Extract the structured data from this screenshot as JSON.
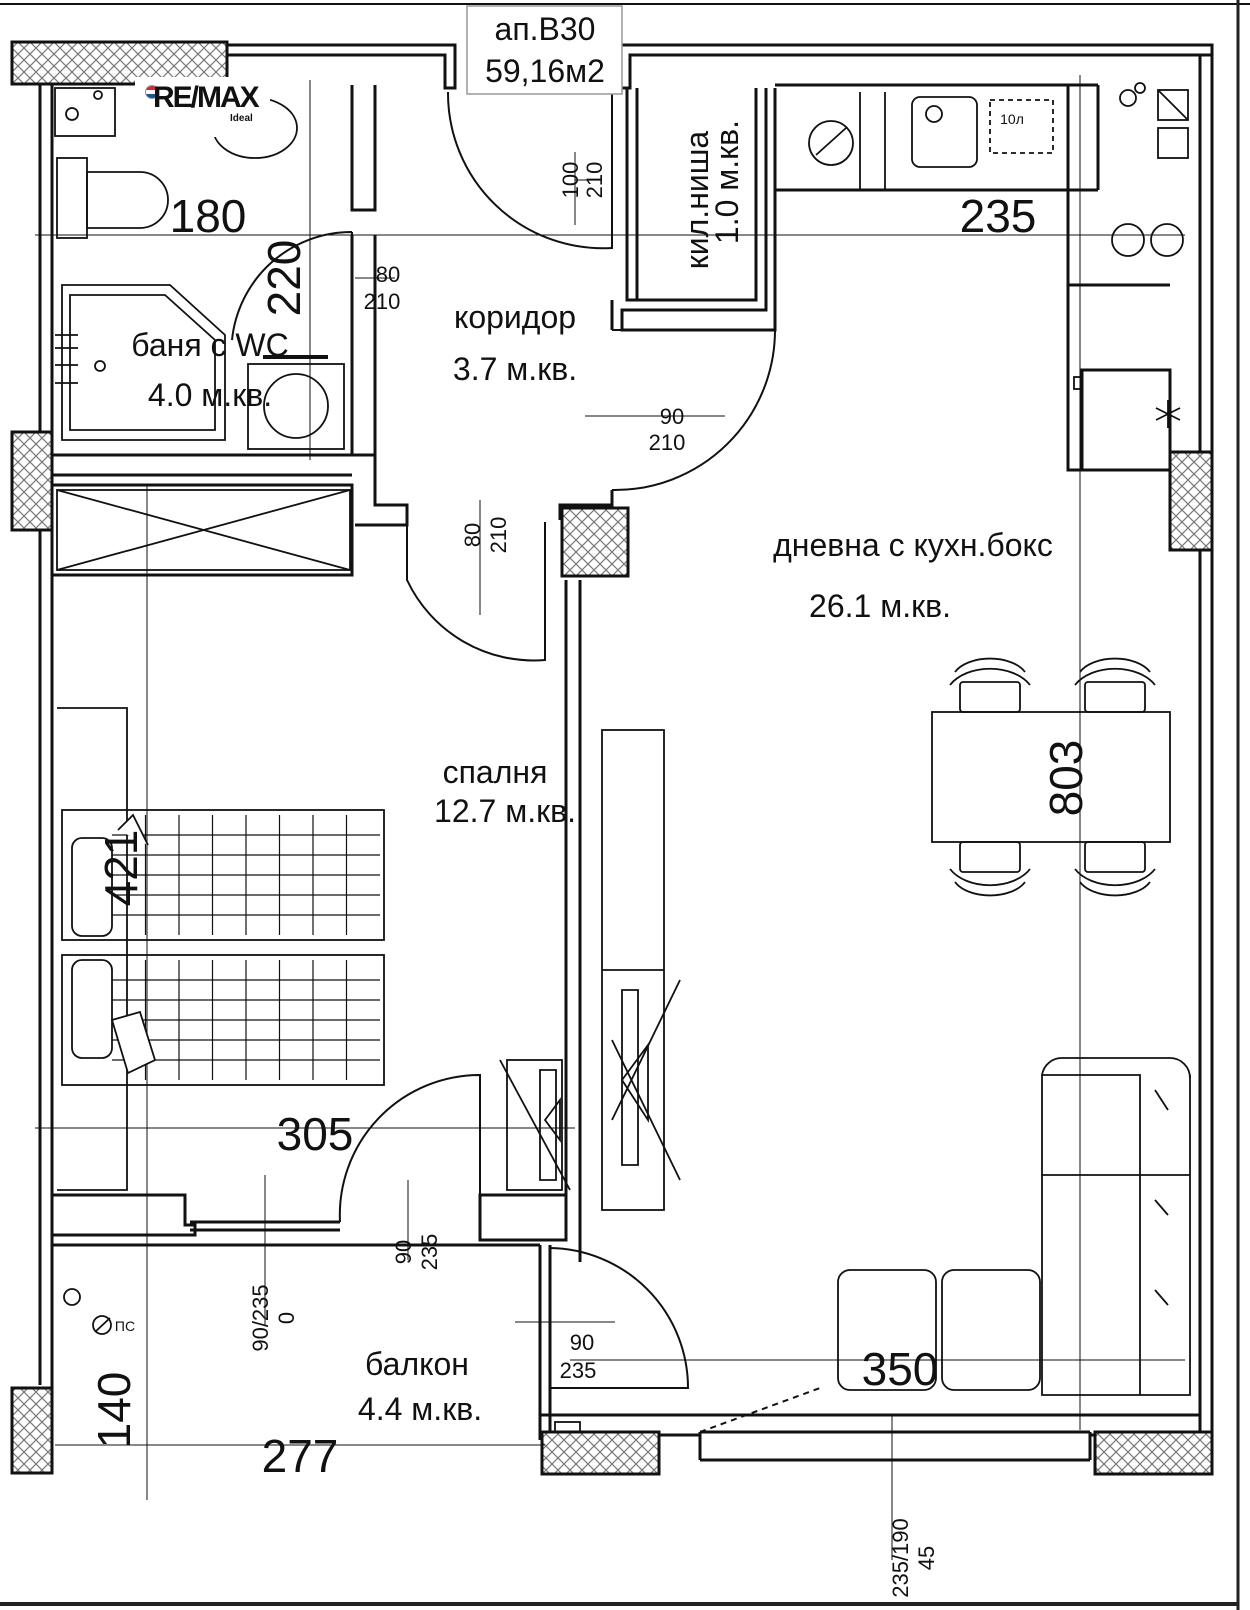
{
  "unit": {
    "name": "ап.В30",
    "area": "59,16м2"
  },
  "logo": {
    "brand": "RE/MAX",
    "sub": "Ideal",
    "icon": "balloon-icon"
  },
  "rooms": [
    {
      "id": "bathroom",
      "name": "баня с WC",
      "area": "4.0 м.кв."
    },
    {
      "id": "corridor",
      "name": "коридор",
      "area": "3.7 м.кв."
    },
    {
      "id": "storage",
      "name": "кил.ниша",
      "area": "1.0 м.кв."
    },
    {
      "id": "living",
      "name": "дневна с кухн.бокс",
      "area": "26.1 м.кв."
    },
    {
      "id": "bedroom",
      "name": "спалня",
      "area": "12.7 м.кв."
    },
    {
      "id": "balcony",
      "name": "балкон",
      "area": "4.4 м.кв."
    }
  ],
  "dimensions": {
    "bath_width": "180",
    "bath_depth": "220",
    "kitchen_width": "235",
    "living_depth": "803",
    "bedroom_depth": "421",
    "bedroom_width": "305",
    "living_width": "350",
    "balcony_depth": "140",
    "balcony_width": "277"
  },
  "doors": {
    "entry": [
      "100",
      "210"
    ],
    "bath": [
      "80",
      "210"
    ],
    "living": [
      "90",
      "210"
    ],
    "bedroom": [
      "80",
      "210"
    ],
    "bedroom_balcony": [
      "90",
      "235"
    ],
    "living_balcony": [
      "90",
      "235"
    ],
    "balcony_window": [
      "90/235",
      "0"
    ],
    "living_window": [
      "235/190",
      "45"
    ]
  },
  "fixtures": {
    "boiler_label": "10л",
    "gas_label": "ПС"
  },
  "colors": {
    "line": "#111111",
    "hatch": "#777777",
    "background": "#ffffff"
  }
}
